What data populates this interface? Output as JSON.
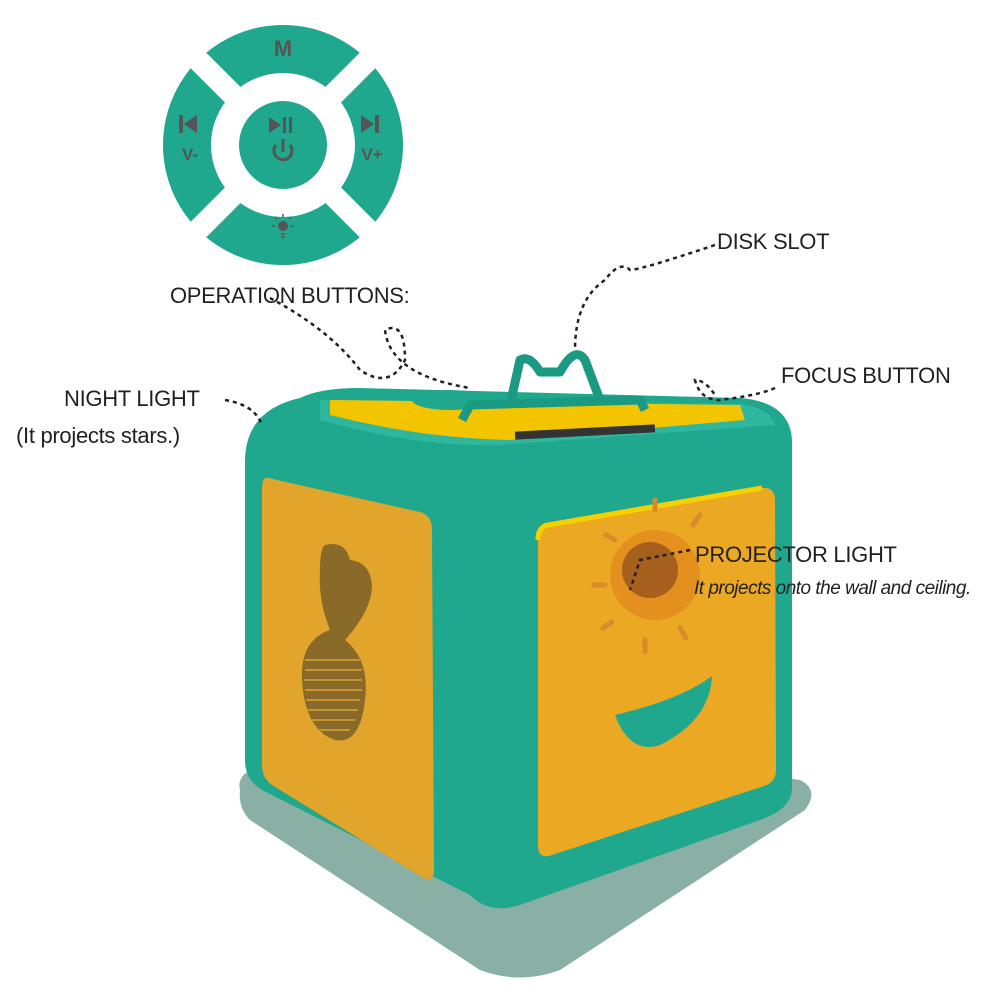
{
  "colors": {
    "teal": "#1fa88e",
    "yellow": "#f2c500",
    "panel": "#e6a92a",
    "shadow": "#8ab0a6",
    "button_icon": "#555555"
  },
  "control_pad": {
    "top_label": "M",
    "left_label": "V-",
    "right_label": "V+",
    "center_icons": [
      "play-pause-icon",
      "power-icon"
    ],
    "left_icon": "previous-track-icon",
    "right_icon": "next-track-icon",
    "bottom_icon": "light-bulb-icon"
  },
  "labels": {
    "disk_slot": "DISK SLOT",
    "operation_buttons": "OPERATION BUTTONS:",
    "focus_button": "FOCUS BUTTON",
    "night_light": "NIGHT LIGHT",
    "night_light_note": "(It projects stars.)",
    "projector_light": "PROJECTOR LIGHT",
    "projector_light_note": "It projects onto the wall and ceiling."
  }
}
